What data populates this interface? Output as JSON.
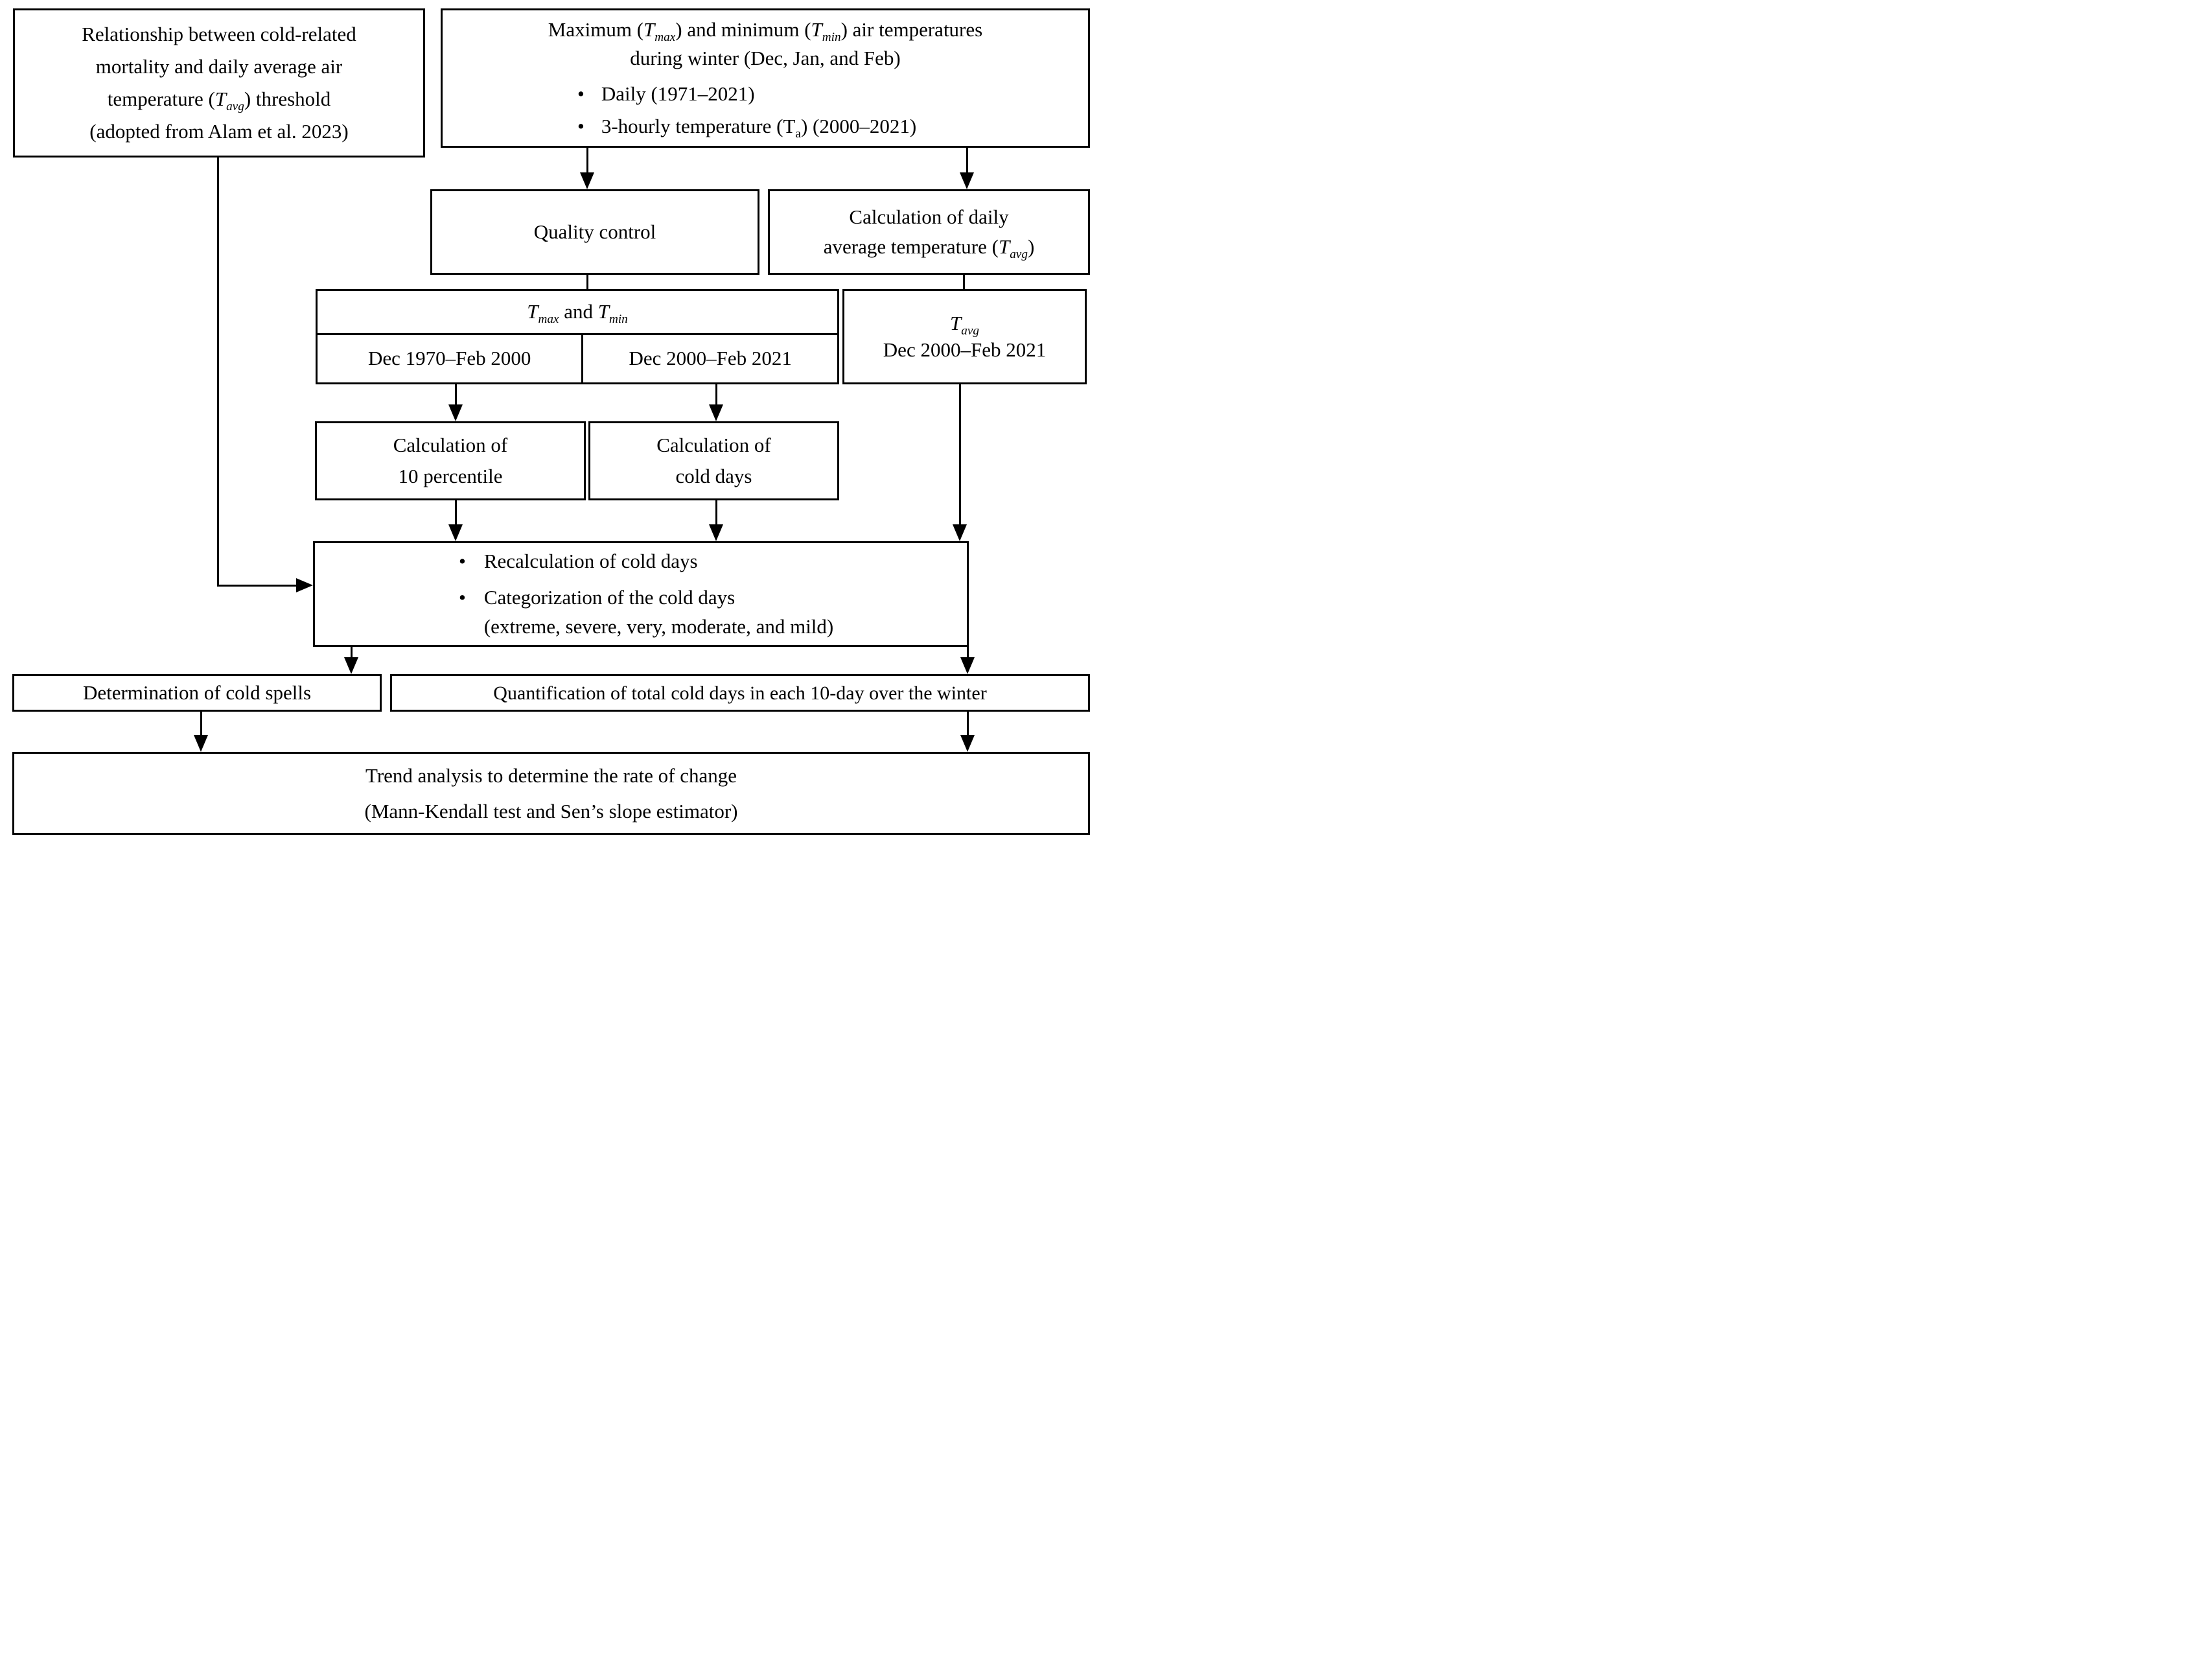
{
  "ui": {
    "bullet_char": "•"
  },
  "colors": {
    "background": "#ffffff",
    "line": "#000000",
    "text": "#000000"
  },
  "nodes": {
    "mortality_threshold": {
      "lines": [
        [
          {
            "t": "Relationship between cold-related"
          }
        ],
        [
          {
            "t": "mortality and daily average air"
          }
        ],
        [
          {
            "t": "temperature ("
          },
          {
            "i": "T"
          },
          {
            "s": "avg"
          },
          {
            "t": ") threshold"
          }
        ],
        [
          {
            "t": "(adopted from Alam et al. 2023)"
          }
        ]
      ]
    },
    "temperatures": {
      "lines": [
        [
          {
            "t": "Maximum ("
          },
          {
            "i": "T"
          },
          {
            "s": "max"
          },
          {
            "t": ") and minimum ("
          },
          {
            "i": "T"
          },
          {
            "s": "min"
          },
          {
            "t": ") air temperatures"
          }
        ],
        [
          {
            "t": "during winter (Dec, Jan, and Feb)"
          }
        ]
      ],
      "bullets": [
        {
          "lines": [
            [
              {
                "t": "Daily (1971–2021)"
              }
            ]
          ]
        },
        {
          "lines": [
            [
              {
                "t": "3-hourly temperature (T"
              },
              {
                "sr": "a"
              },
              {
                "t": ") (2000–2021)"
              }
            ]
          ]
        }
      ]
    },
    "quality_control": {
      "lines": [
        [
          {
            "t": "Quality control"
          }
        ]
      ]
    },
    "daily_avg_calc": {
      "lines": [
        [
          {
            "t": "Calculation of daily"
          }
        ],
        [
          {
            "t": "average temperature ("
          },
          {
            "i": "T"
          },
          {
            "s": "avg"
          },
          {
            "t": ")"
          }
        ]
      ]
    },
    "tmax_tmin": {
      "header": [
        [
          {
            "i": "T"
          },
          {
            "s": "max"
          },
          {
            "t": " and "
          },
          {
            "i": "T"
          },
          {
            "s": "min"
          }
        ]
      ],
      "period_left": [
        [
          {
            "t": "Dec 1970–Feb 2000"
          }
        ]
      ],
      "period_right": [
        [
          {
            "t": "Dec 2000–Feb 2021"
          }
        ]
      ]
    },
    "tavg_period": {
      "lines": [
        [
          {
            "i": "T"
          },
          {
            "s": "avg"
          }
        ],
        [
          {
            "t": "Dec 2000–Feb 2021"
          }
        ]
      ]
    },
    "percentile_calc": {
      "lines": [
        [
          {
            "t": "Calculation of"
          }
        ],
        [
          {
            "t": "10 percentile"
          }
        ]
      ]
    },
    "cold_days_calc": {
      "lines": [
        [
          {
            "t": "Calculation of"
          }
        ],
        [
          {
            "t": "cold days"
          }
        ]
      ]
    },
    "cold_day_processing": {
      "bullets": [
        {
          "lines": [
            [
              {
                "t": "Recalculation of cold days"
              }
            ]
          ]
        },
        {
          "lines": [
            [
              {
                "t": "Categorization of the cold days"
              }
            ],
            [
              {
                "t": "(extreme, severe, very, moderate, and mild)"
              }
            ]
          ]
        }
      ]
    },
    "cold_spells": {
      "lines": [
        [
          {
            "t": "Determination of cold spells"
          }
        ]
      ]
    },
    "quantification": {
      "lines": [
        [
          {
            "t": "Quantification of total cold days in each 10-day over the winter"
          }
        ]
      ]
    },
    "trend_analysis": {
      "lines": [
        [
          {
            "t": "Trend analysis to determine the rate of change"
          }
        ],
        [
          {
            "t": "(Mann-Kendall test and Sen’s slope estimator)"
          }
        ]
      ]
    }
  }
}
